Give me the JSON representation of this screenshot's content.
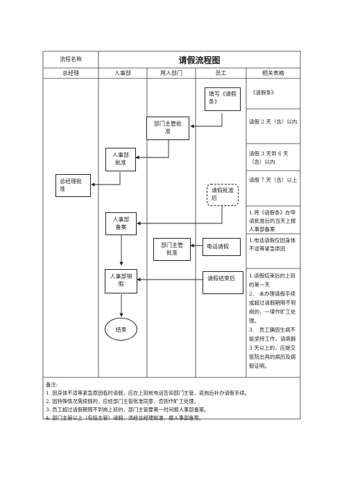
{
  "header": {
    "process_label": "流程名称",
    "title": "请假流程图"
  },
  "columns": [
    "总经理",
    "人事部",
    "用人部门",
    "员工",
    "相关表格"
  ],
  "nodes": {
    "fill_form": "填写《请假条》",
    "dept_approve": "部门主管批准",
    "hr_approve": "人事部批准",
    "gm_approve": "总经理批准",
    "after_approval": "请假批准后",
    "hr_record": "人事部备案",
    "dept_approve_2": "部门主管批准",
    "phone_leave": "电话请假",
    "leave_end": "请假结束后",
    "hr_cancel": "人事部销假",
    "end": "结束"
  },
  "references": {
    "r1": "《请假条》",
    "r2": "请假 2 天（含）以内",
    "r3": "请假 3 天到 6 天（含）以内",
    "r4": "请假 7 天（含）以上",
    "r5": "1.将《请假条》在申请批准后的当天上报人事部备案",
    "r6": "1.电话请假仅因身体不适等紧急原因",
    "r7": "1.请假结束后的上班的第一天\n2.　未办理请假手续或超过请假期限不到岗的，一律作旷工处理。\n3.　员工确因生病不能坚持工作，请病假 3 天以上的，应提交医院出具的病历及病假证明。"
  },
  "notes": {
    "heading": "备注:",
    "items": [
      "1.  因身体不适等紧急原因临时请假，应在上班前电话告知部门主管，返岗后补办请假手续。",
      "2.  因特殊情况需续假的，应经部门主管批准同意，否则作旷工处理。",
      "3.  员工超过请假期限不到岗上班的，部门主管要第一时间报人事部备案。",
      "4.  部门主管以上（包括主管）请假，须经总经理批准，报人事部备案。"
    ]
  }
}
